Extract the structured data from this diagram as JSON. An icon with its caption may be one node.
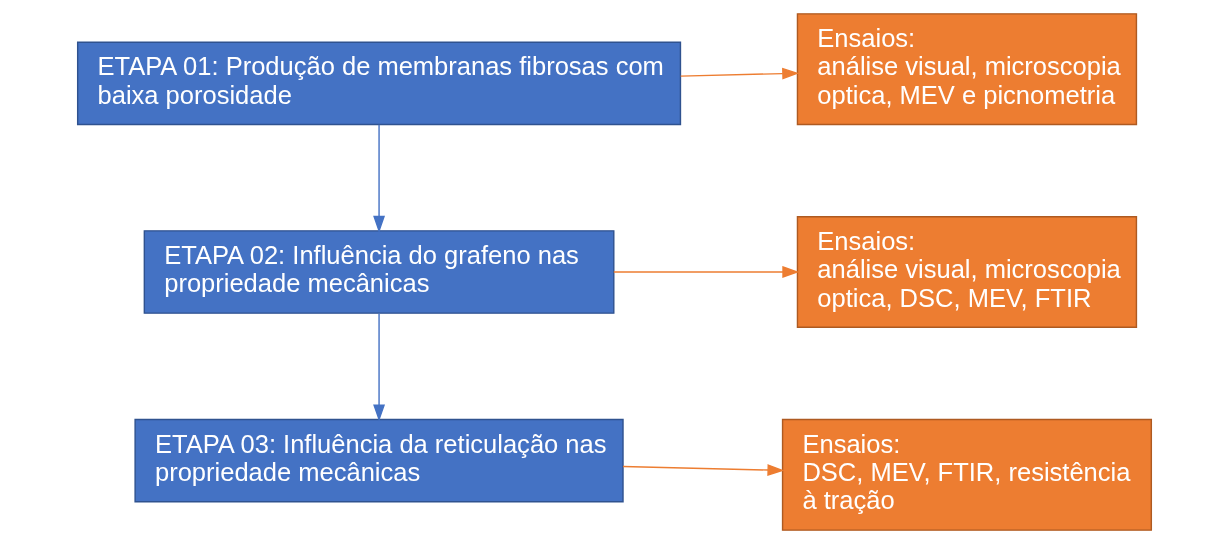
{
  "diagram": {
    "nodes": [
      {
        "text": [
          "ETAPA 01: Produção de membranas fibrosas com baixa porosidade"
        ]
      },
      {
        "text": [
          "Ensaios:",
          "análise visual, microscopia optica, MEV e picnometria"
        ]
      },
      {
        "text": [
          "ETAPA 02: Influência do grafeno nas propriedade mecânicas"
        ]
      },
      {
        "text": [
          "Ensaios:",
          "análise visual, microscopia optica, DSC, MEV, FTIR"
        ]
      },
      {
        "text": [
          "ETAPA 03: Influência da reticulação nas propriedade mecânicas"
        ]
      },
      {
        "text": [
          "Ensaios:",
          "DSC, MEV, FTIR, resistência à tração"
        ]
      }
    ],
    "edges": [
      {
        "from": 0,
        "to": 1,
        "arrow": "to"
      },
      {
        "from": 0,
        "to": 2,
        "arrow": "to",
        "color": "#4472c4"
      },
      {
        "from": 2,
        "to": 3,
        "arrow": "to"
      },
      {
        "from": 2,
        "to": 4,
        "arrow": "to",
        "color": "#4472c4"
      },
      {
        "from": 4,
        "to": 5,
        "arrow": "to"
      }
    ]
  }
}
